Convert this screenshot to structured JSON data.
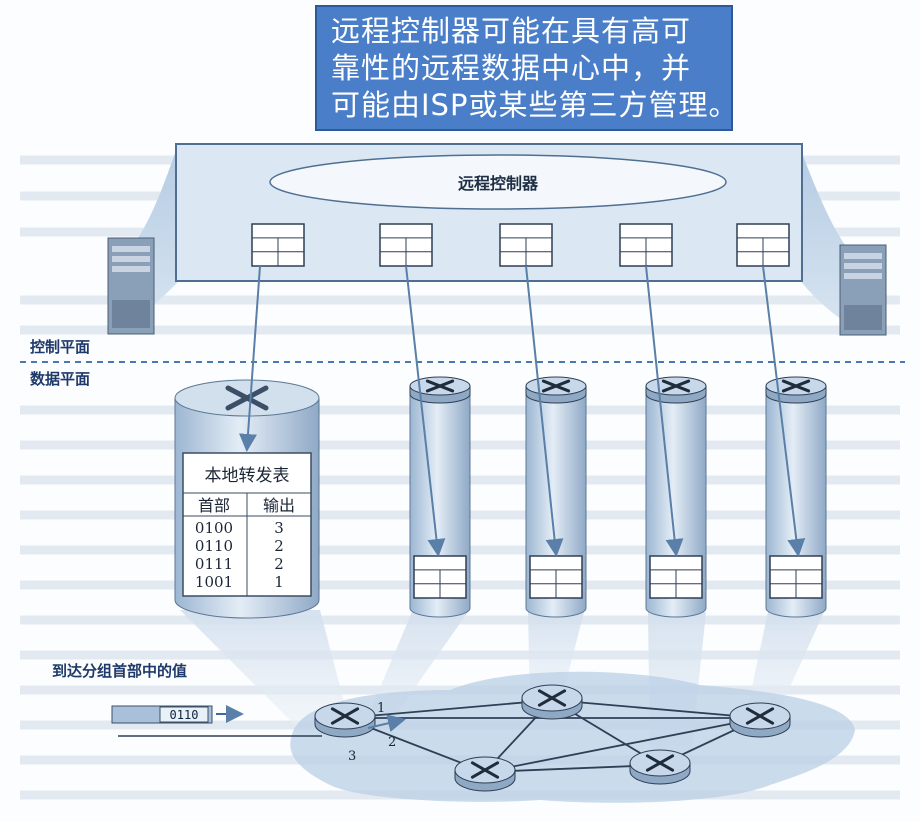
{
  "callout": {
    "lines": [
      "远程控制器可能在具有高可",
      "靠性的远程数据中心中，并",
      "可能由ISP或某些第三方管理。"
    ]
  },
  "remote_controller": {
    "label": "远程控制器"
  },
  "planes": {
    "control": "控制平面",
    "data": "数据平面"
  },
  "forwarding_table": {
    "title": "本地转发表",
    "headers": [
      "首部",
      "输出"
    ],
    "rows": [
      [
        "0100",
        "3"
      ],
      [
        "0110",
        "2"
      ],
      [
        "0111",
        "2"
      ],
      [
        "1001",
        "1"
      ]
    ]
  },
  "packet": {
    "caption": "到达分组首部中的值",
    "header_value": "0110"
  },
  "ports": [
    "1",
    "2",
    "3"
  ],
  "colors": {
    "panel_fill": "#dbe8f4",
    "panel_stroke": "#4f6f92",
    "wing": "#a9c3de",
    "callout_bg": "#4a7ec9",
    "arrow": "#5a7fa8",
    "router_body": "#c7d8ea"
  }
}
